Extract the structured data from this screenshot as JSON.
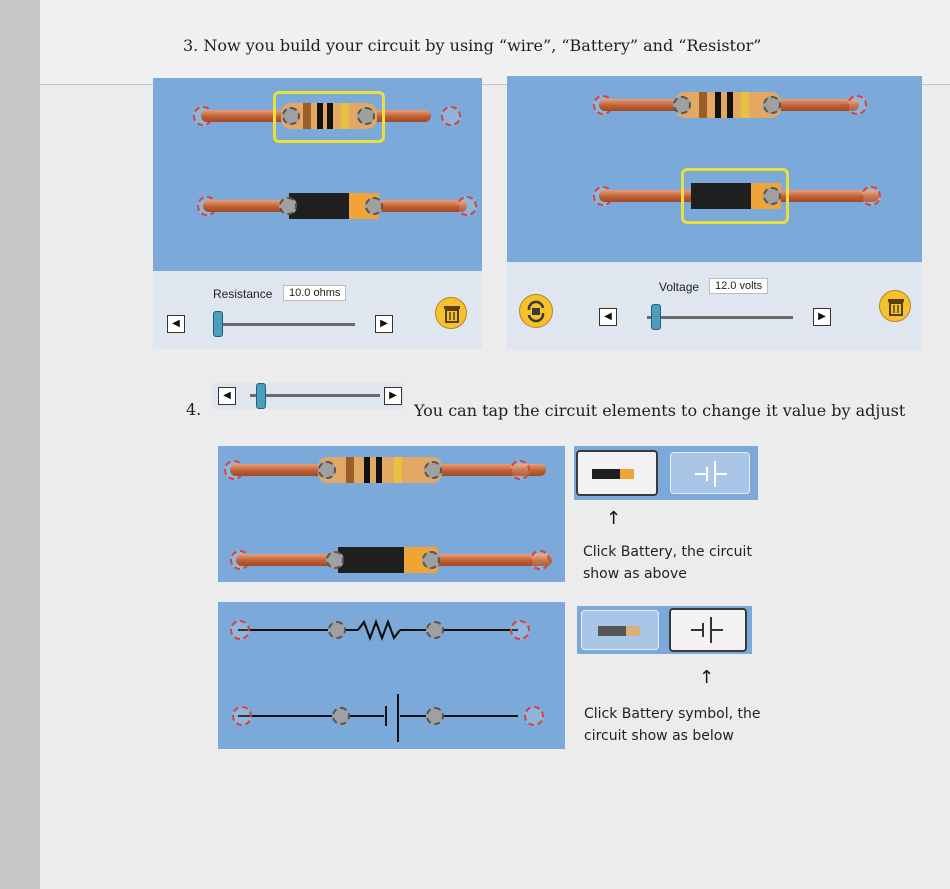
{
  "question3": {
    "text": "3.  Now you build your circuit by using “wire”, “Battery” and “Resistor”"
  },
  "question4": {
    "number": "4.",
    "text": "You can tap the circuit elements to change it value by adjust"
  },
  "resistor_panel": {
    "label": "Resistance",
    "value": "10.0 ohms",
    "slider_level": 0.0
  },
  "battery_panel": {
    "label": "Voltage",
    "value": "12.0 volts",
    "slider_level": 0.0
  },
  "icons": {
    "prev": "◀",
    "next": "▶",
    "battery_symbol": "⊣⊢",
    "up_arrow": "↑"
  },
  "captions": {
    "realistic": "Click Battery, the circuit show as above",
    "schematic": "Click Battery symbol, the circuit show as below"
  },
  "colors": {
    "panel_blue": "#7ba9d9",
    "wire_copper": "#bf5f34",
    "selection_yellow": "#e9e040",
    "trash_yellow": "#f3c22e"
  }
}
